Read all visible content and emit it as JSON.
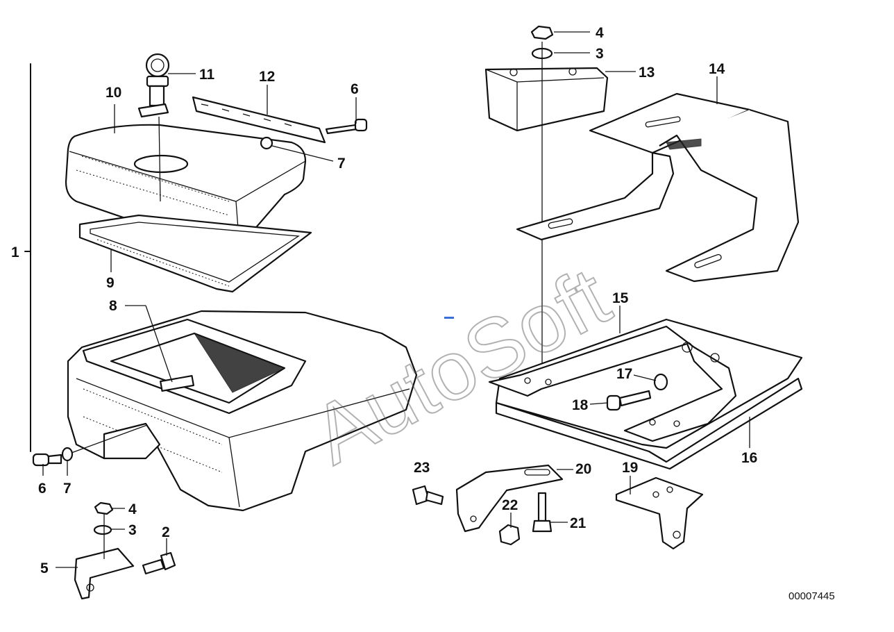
{
  "diagram": {
    "callouts": {
      "c1": "1",
      "c2": "2",
      "c3a": "3",
      "c3b": "3",
      "c4a": "4",
      "c4b": "4",
      "c5": "5",
      "c6a": "6",
      "c6b": "6",
      "c7a": "7",
      "c7b": "7",
      "c8": "8",
      "c9": "9",
      "c10": "10",
      "c11": "11",
      "c12": "12",
      "c13": "13",
      "c14": "14",
      "c15": "15",
      "c16": "16",
      "c17": "17",
      "c18": "18",
      "c19": "19",
      "c20": "20",
      "c21": "21",
      "c22": "22",
      "c23": "23"
    },
    "drawing_number": "00007445",
    "watermark": "AutoSoft"
  }
}
